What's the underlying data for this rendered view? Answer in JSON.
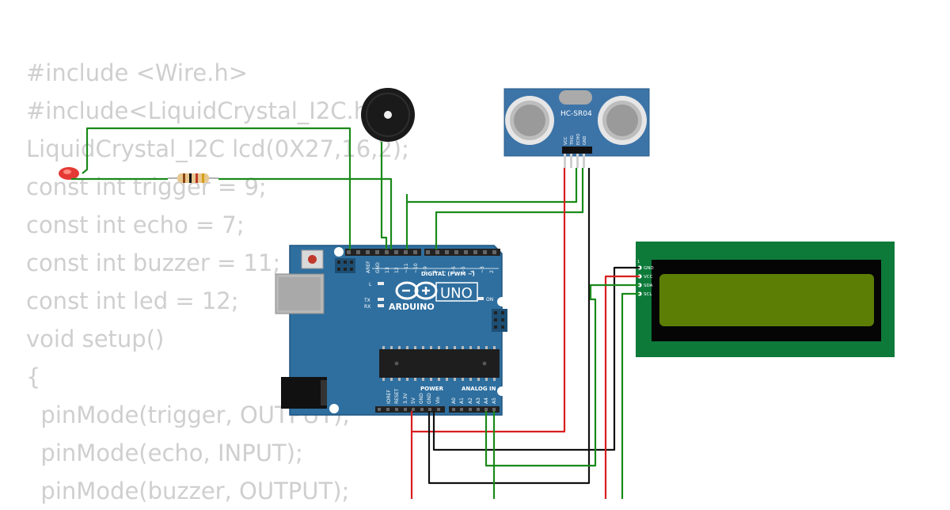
{
  "code_lines": [
    "#include <Wire.h>",
    "#include<LiquidCrystal_I2C.h>",
    "LiquidCrystal_I2C lcd(0X27,16,2);",
    "const int trigger = 9;",
    "const int echo = 7;",
    "const int buzzer = 11;",
    "const int led = 12;",
    "void setup()",
    "{",
    "  pinMode(trigger, OUTPUT);",
    "  pinMode(echo, INPUT);",
    "  pinMode(buzzer, OUTPUT);"
  ],
  "sensor": {
    "model": "HC-SR04",
    "pins": [
      "VCC",
      "TRIG",
      "ECHO",
      "GND"
    ]
  },
  "arduino": {
    "brand": "ARDUINO",
    "model": "UNO",
    "on_label": "ON",
    "l_label": "L",
    "tx_label": "TX",
    "rx_label": "RX",
    "digital_label": "DIGITAL (PWM ~)",
    "power_label": "POWER",
    "analog_label": "ANALOG IN",
    "digital_pins": [
      "AREF",
      "GND",
      "13",
      "12",
      "~11",
      "~10",
      "~9",
      "8",
      "7",
      "~6",
      "~5",
      "4",
      "~3",
      "2",
      "TX 1",
      "RX 0"
    ],
    "power_pins": [
      "IOREF",
      "RESET",
      "3.3V",
      "5V",
      "GND",
      "GND",
      "Vin"
    ],
    "analog_pins": [
      "A0",
      "A1",
      "A2",
      "A3",
      "A4",
      "A5"
    ]
  },
  "lcd": {
    "pin_labels": [
      "GND",
      "VCC",
      "SDA",
      "SCL"
    ],
    "pin_index": "1"
  },
  "colors": {
    "wire_green": "#1a8a1a",
    "wire_red": "#d81e1e",
    "wire_black": "#111111",
    "board_blue": "#2f6f9f",
    "lcd_pcb": "#0d7a3a",
    "lcd_screen": "#5c7e05",
    "code_gray": "#cfcfcf"
  }
}
